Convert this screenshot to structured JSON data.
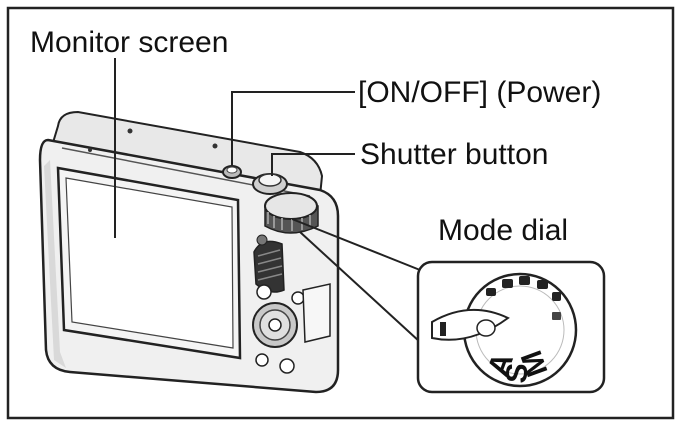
{
  "diagram": {
    "labels": {
      "monitor_screen": "Monitor screen",
      "power_button": "[ON/OFF] (Power)",
      "shutter_button": "Shutter button",
      "mode_dial": "Mode dial"
    },
    "dial_marks": [
      "A",
      "S",
      "M"
    ]
  },
  "colors": {
    "frame": "#222222",
    "body_shade": "#d9d9d9",
    "screen_fill": "#f4f4f4"
  }
}
